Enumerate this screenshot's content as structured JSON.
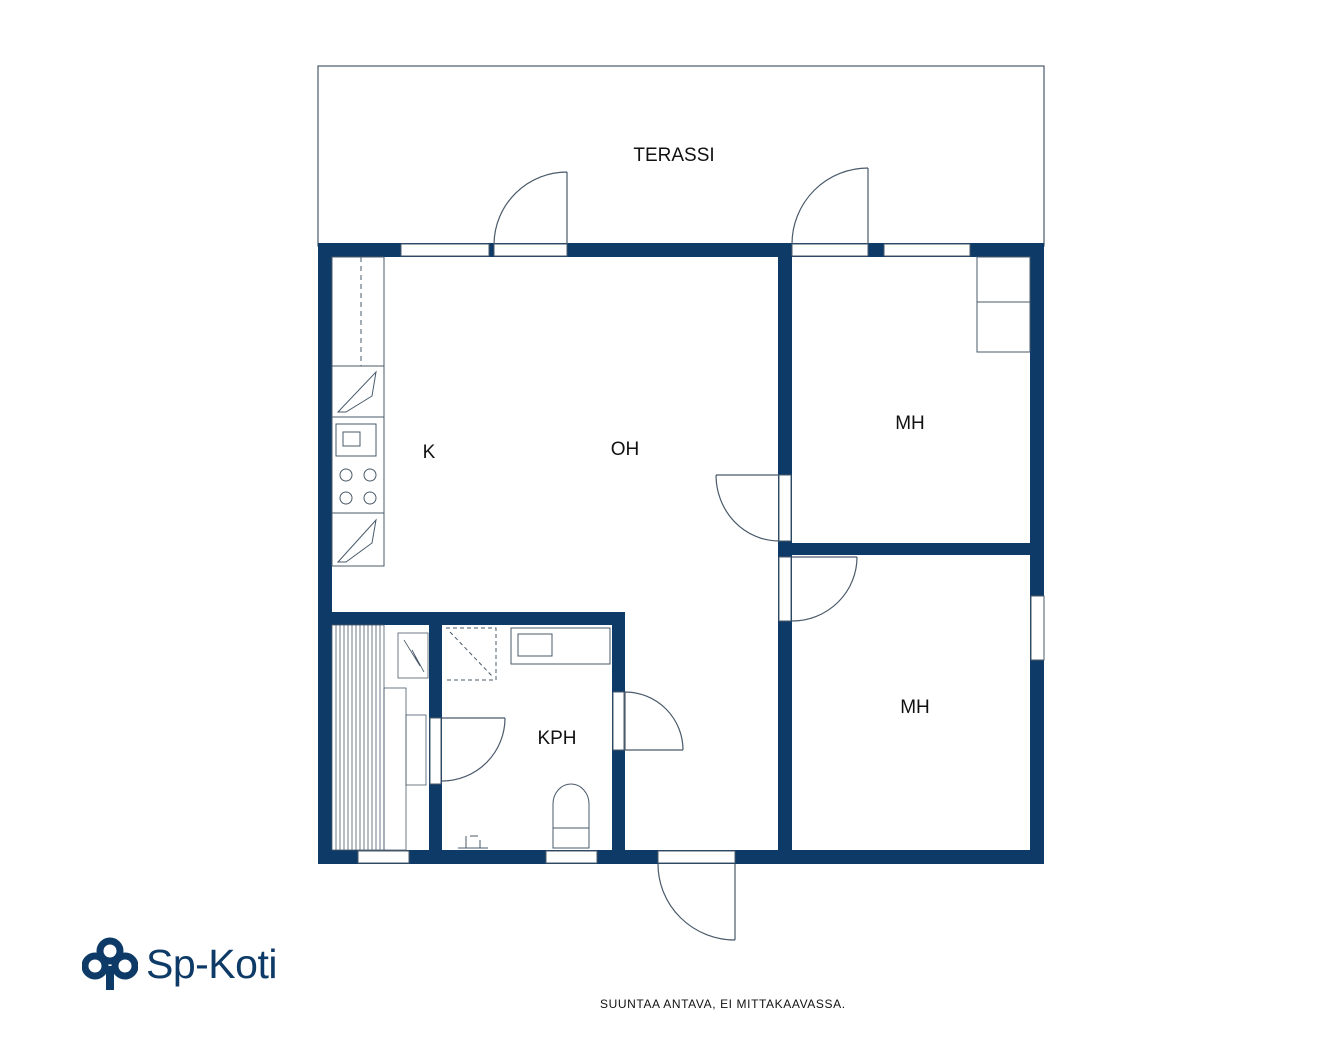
{
  "rooms": {
    "terrace": "TERASSI",
    "kitchen": "K",
    "living": "OH",
    "bedroom_upper": "MH",
    "bedroom_lower": "MH",
    "bathroom": "KPH"
  },
  "caption": "SUUNTAA ANTAVA, EI MITTAKAAVASSA.",
  "logo": {
    "text": "Sp-Koti",
    "icon": "sp-tree-icon"
  },
  "colors": {
    "wall": "#0d3a66",
    "line": "#4a5a6a",
    "brand": "#0d3a66"
  }
}
